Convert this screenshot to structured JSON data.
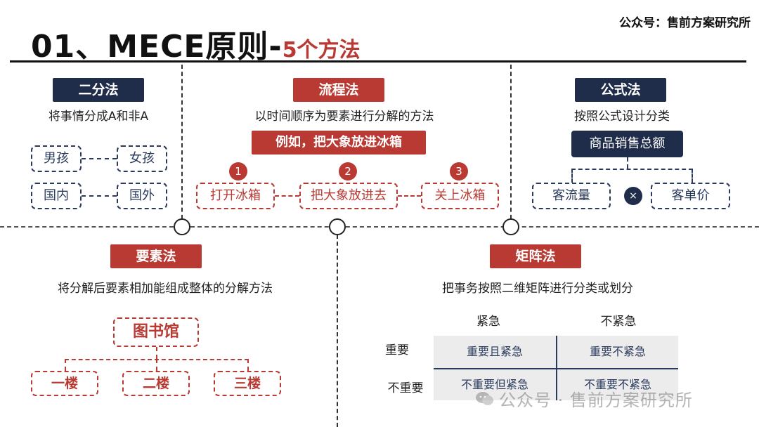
{
  "header": {
    "title_main": "01、MECE原则-",
    "title_sub": "5个方法",
    "account": "公众号：售前方案研究所"
  },
  "dichotomy": {
    "tag": "二分法",
    "desc": "将事情分成A和非A",
    "pairs": [
      [
        "男孩",
        "女孩"
      ],
      [
        "国内",
        "国外"
      ]
    ]
  },
  "process": {
    "tag": "流程法",
    "desc": "以时间顺序为要素进行分解的方法",
    "example": "例如，把大象放进冰箱",
    "steps": [
      {
        "num": "1",
        "label": "打开冰箱"
      },
      {
        "num": "2",
        "label": "把大象放进去"
      },
      {
        "num": "3",
        "label": "关上冰箱"
      }
    ]
  },
  "formula": {
    "tag": "公式法",
    "desc": "按照公式设计分类",
    "total": "商品销售总额",
    "factors": [
      "客流量",
      "客单价"
    ],
    "operator": "×"
  },
  "element": {
    "tag": "要素法",
    "desc": "将分解后要素相加能组成整体的分解方法",
    "root": "图书馆",
    "children": [
      "一楼",
      "二楼",
      "三楼"
    ]
  },
  "matrix": {
    "tag": "矩阵法",
    "desc": "把事务按照二维矩阵进行分类或划分",
    "col_headers": [
      "紧急",
      "不紧急"
    ],
    "row_headers": [
      "重要",
      "不重要"
    ],
    "cells": [
      [
        "重要且紧急",
        "重要不紧急"
      ],
      [
        "不重要但紧急",
        "不重要不紧急"
      ]
    ]
  },
  "watermark": "公众号 · 售前方案研究所",
  "colors": {
    "navy": "#1f2d4a",
    "red": "#b83a33"
  }
}
